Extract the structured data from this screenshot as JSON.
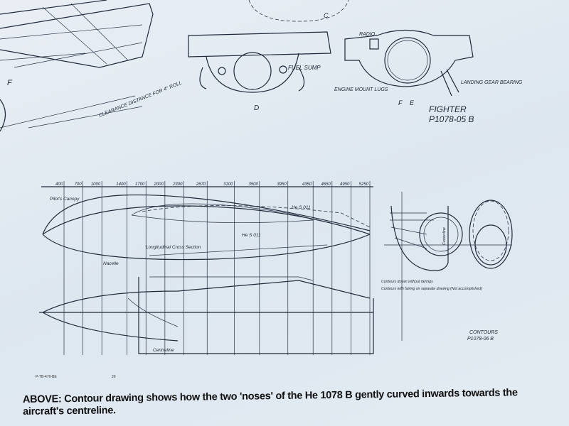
{
  "top_drawing": {
    "section_f_left": "F",
    "clearance_label": "CLEARANCE DISTANCE FOR 4° ROLL",
    "section_c": "C",
    "section_d": "D",
    "fuel_sump": "FUEL SUMP",
    "radio": "RADIO",
    "engine_mount_lugs": "ENGINE MOUNT LUGS",
    "section_f": "F",
    "section_e": "E",
    "landing_gear_bearing": "LANDING GEAR BEARING",
    "fighter": "FIGHTER",
    "drawing_number": "P1078-05 B"
  },
  "contour_drawing": {
    "stations": [
      400,
      700,
      1000,
      1400,
      1700,
      2000,
      2300,
      2670,
      3100,
      3500,
      3950,
      4350,
      4650,
      4950,
      5250
    ],
    "pilots_canopy": "Pilot's Canopy",
    "engine_upper": "He S 011",
    "engine_lower": "He S 011",
    "longitudinal": "Longitudinal Cross Section",
    "nacelle": "Nacelle",
    "centreline": "Centreline",
    "centerline_vertical": "Centerline",
    "note1": "Contours drawn without fairings",
    "note2": "Contours with fairing on separate drawing (Not accomplished)",
    "contours": "CONTOURS",
    "drawing_number": "P1078-06 B"
  },
  "footer": {
    "code": "P-TB-470-BE",
    "page": "29"
  },
  "caption": {
    "lead": "ABOVE:",
    "text": " Contour drawing shows how the two 'noses' of the He 1078 B gently curved inwards towards the aircraft's centreline."
  }
}
